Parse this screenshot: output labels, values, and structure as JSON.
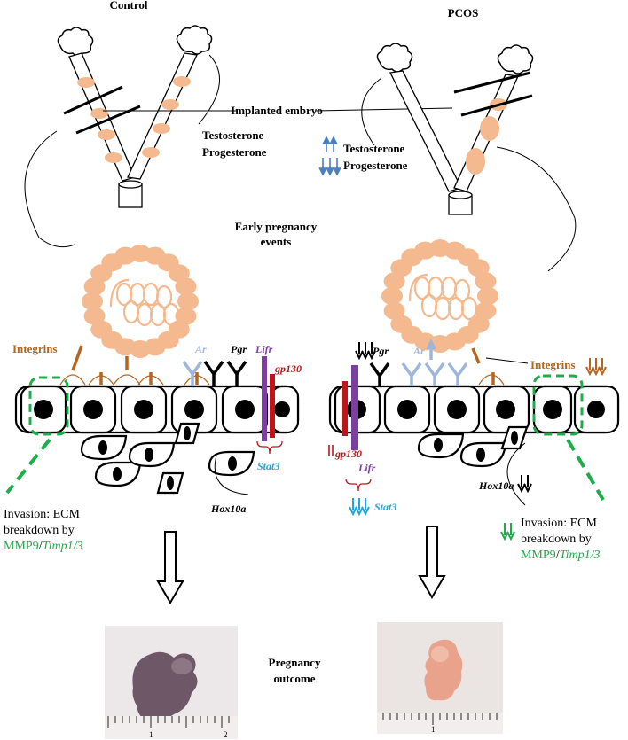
{
  "panels": {
    "control": {
      "title": "Control"
    },
    "pcos": {
      "title": "PCOS"
    }
  },
  "labels": {
    "implanted_embryo": "Implanted embryo",
    "testosterone": "Testosterone",
    "progesterone": "Progesterone",
    "early_pregnancy_line1": "Early pregnancy",
    "early_pregnancy_line2": "events",
    "integrins": "Integrins",
    "ar": "Ar",
    "pgr": "Pgr",
    "lifr": "Lifr",
    "gp130": "gp130",
    "stat3": "Stat3",
    "hox10a": "Hox10a",
    "invasion_line1": "Invasion: ECM",
    "invasion_line2": "breakdown by",
    "mmp9": "MMP9",
    "slash": "/",
    "timp": "Timp1/3",
    "pregnancy_outcome_line1": "Pregnancy",
    "pregnancy_outcome_line2": "outcome",
    "ruler_mark_control": "1",
    "ruler_mark_control_2": "2",
    "ruler_mark_pcos": "1"
  },
  "colors": {
    "embryo_fill": "#F4B98E",
    "integrin_brown": "#B5651D",
    "ar_blue": "#9DB6DB",
    "lifr_purple": "#7B3FA0",
    "gp130_red": "#C0141B",
    "stat3_cyan": "#1FA6E0",
    "invasion_green": "#1DAE4B",
    "hormone_blue": "#4A7FC1"
  }
}
